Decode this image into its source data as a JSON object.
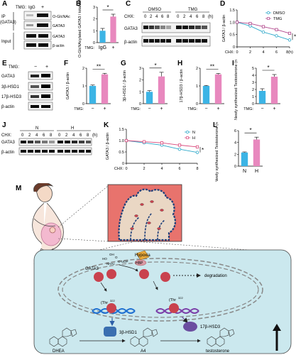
{
  "panel_letters": [
    "A",
    "B",
    "C",
    "D",
    "E",
    "F",
    "G",
    "H",
    "I",
    "J",
    "K",
    "L",
    "M"
  ],
  "panelA": {
    "ip_label": "IP",
    "ip_target": "(GATA3)",
    "tmg_label": "TMG:",
    "tmg_value": "IgG",
    "minus": "−",
    "plus": "+",
    "input_label": "Input",
    "bands": [
      "O-GlcNAc",
      "GATA3",
      "GATA3",
      "β-actin"
    ]
  },
  "panelC": {
    "groups": [
      "DMSO",
      "TMG"
    ],
    "row_label": "CHX:",
    "times": [
      "0",
      "2",
      "4",
      "6",
      "8"
    ],
    "unit": "(h)",
    "bands": [
      "GATA3",
      "β-actin"
    ]
  },
  "panelE": {
    "tmg_label": "TMG:",
    "signs": [
      "−",
      "+"
    ],
    "bands": [
      "GATA3",
      "3β-HSD1",
      "17β-HSD3",
      "β-actin"
    ]
  },
  "panelJ": {
    "row_label": "CHX:",
    "groups": [
      "N",
      "H"
    ],
    "times": [
      "0",
      "2",
      "4",
      "6",
      "8"
    ],
    "unit": "(h)",
    "bands": [
      "GATA3",
      "β-actin"
    ]
  },
  "chart_data": [
    {
      "id": "B",
      "type": "bar",
      "categories": [
        "IgG",
        "+"
      ],
      "x_row_label": "TMG:",
      "values": [
        1.0,
        2.2
      ],
      "errors": [
        0.2,
        0.2
      ],
      "ylim": [
        0,
        3
      ],
      "yticks": [
        "0",
        "1",
        "2",
        "3"
      ],
      "ylabel": "O-GlcNAcylated GATA3 / total GATA3",
      "significance": "*",
      "colors": [
        "#3cb4e5",
        "#e888be"
      ]
    },
    {
      "id": "D",
      "type": "line",
      "x": [
        0,
        2,
        4,
        6,
        8
      ],
      "xlabel": "CHX:",
      "xunit": "(h)",
      "ylim": [
        0,
        1.5
      ],
      "yticks": [
        "0",
        "0.5",
        "1.0",
        "1.5"
      ],
      "ylabel": "GATA3 / β-actin",
      "xticks": [
        "0",
        "2",
        "4",
        "6",
        "8(h)"
      ],
      "series": [
        {
          "name": "DMSO",
          "values": [
            1.0,
            0.85,
            0.6,
            0.45,
            0.28
          ],
          "color": "#2aa7c9"
        },
        {
          "name": "TMG",
          "values": [
            1.0,
            0.95,
            0.82,
            0.7,
            0.55
          ],
          "color": "#b0448a"
        }
      ],
      "significance": "*"
    },
    {
      "id": "F",
      "type": "bar",
      "categories": [
        "−",
        "+"
      ],
      "x_row_label": "TMG:",
      "values": [
        1.0,
        1.65
      ],
      "errors": [
        0.05,
        0.06
      ],
      "ylim": [
        0,
        2
      ],
      "yticks": [
        "0",
        "1",
        "2"
      ],
      "ylabel": "GATA3 / β-actin",
      "significance": "**",
      "colors": [
        "#3cb4e5",
        "#e888be"
      ]
    },
    {
      "id": "G",
      "type": "bar",
      "categories": [
        "−",
        "+"
      ],
      "x_row_label": "TMG:",
      "values": [
        1.0,
        2.3
      ],
      "errors": [
        0.1,
        0.35
      ],
      "ylim": [
        0,
        3
      ],
      "yticks": [
        "0",
        "1",
        "2",
        "3"
      ],
      "ylabel": "3β-HSD1 / β-actin",
      "significance": "*",
      "colors": [
        "#3cb4e5",
        "#e888be"
      ]
    },
    {
      "id": "H",
      "type": "bar",
      "categories": [
        "−",
        "+"
      ],
      "x_row_label": "TMG:",
      "values": [
        1.0,
        1.65
      ],
      "errors": [
        0.03,
        0.05
      ],
      "ylim": [
        0,
        2
      ],
      "yticks": [
        "0",
        "1",
        "2"
      ],
      "ylabel": "17β-HSD3 / β-actin",
      "significance": "**",
      "colors": [
        "#3cb4e5",
        "#e888be"
      ]
    },
    {
      "id": "I",
      "type": "bar",
      "categories": [
        "−",
        "+"
      ],
      "x_row_label": "TMG:",
      "values": [
        1.8,
        3.8
      ],
      "errors": [
        0.3,
        0.3
      ],
      "ylim": [
        0,
        5
      ],
      "yticks": [
        "0",
        "1",
        "2",
        "3",
        "4",
        "5"
      ],
      "ylabel": "Newly synthesized Testosterone (nM/L)",
      "significance": "*",
      "colors": [
        "#3cb4e5",
        "#e888be"
      ]
    },
    {
      "id": "K",
      "type": "line",
      "x": [
        0,
        2,
        4,
        6,
        8
      ],
      "xlabel": "CHX:",
      "xunit": "(h)",
      "ylim": [
        0,
        1.5
      ],
      "yticks": [
        "0",
        "0.5",
        "1.0",
        "1.5"
      ],
      "ylabel": "GATA3 / β-actin",
      "xticks": [
        "0",
        "2",
        "4",
        "6",
        "8"
      ],
      "series": [
        {
          "name": "N",
          "values": [
            1.0,
            0.9,
            0.8,
            0.62,
            0.48
          ],
          "color": "#2aa7c9"
        },
        {
          "name": "H",
          "values": [
            1.0,
            0.95,
            0.9,
            0.8,
            0.72
          ],
          "color": "#d9477a"
        }
      ],
      "significance": "*"
    },
    {
      "id": "L",
      "type": "bar",
      "categories": [
        "N",
        "H"
      ],
      "values": [
        2.3,
        4.5
      ],
      "errors": [
        0.1,
        0.4
      ],
      "ylim": [
        0,
        6
      ],
      "yticks": [
        "0",
        "2",
        "4",
        "6"
      ],
      "ylabel": "Newly synthesized Testosterone (nM/L)",
      "significance": "*",
      "colors": [
        "#3cb4e5",
        "#e888be"
      ]
    }
  ],
  "panelM": {
    "hypoxia": "Hypoxia",
    "hbp": "HBP",
    "gata3": "GATA3",
    "degradation": "degradation",
    "thr_left": "(Thr",
    "thr_right": "(Thr",
    "thr_num": "322",
    "enzyme1": "3β-HSD1",
    "enzyme2": "17β-HSD3",
    "metabolites": [
      "DHEA",
      "A4",
      "testosterone"
    ],
    "ho_label": "HO",
    "oh_label": "OH",
    "o_label": "O",
    "nhac": "NHAc",
    "udp": "O-UDP",
    "colors": {
      "placenta": "#e8736d",
      "cell": "#cbe8ee",
      "protein": "#c9424e",
      "enzyme1": "#3a6fb0",
      "enzyme2": "#6b4ea0"
    }
  }
}
